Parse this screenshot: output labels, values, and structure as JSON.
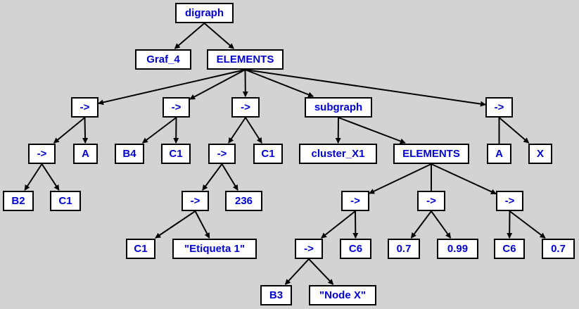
{
  "tree": {
    "nodes": [
      {
        "id": "n_digraph",
        "label": "digraph"
      },
      {
        "id": "n_graf4",
        "label": "Graf_4"
      },
      {
        "id": "n_elements1",
        "label": "ELEMENTS"
      },
      {
        "id": "n_arrow_a",
        "label": "->"
      },
      {
        "id": "n_arrow_a1",
        "label": "->"
      },
      {
        "id": "n_b2",
        "label": "B2"
      },
      {
        "id": "n_c1_a",
        "label": "C1"
      },
      {
        "id": "n_a_1",
        "label": "A"
      },
      {
        "id": "n_arrow_b",
        "label": "->"
      },
      {
        "id": "n_b4",
        "label": "B4"
      },
      {
        "id": "n_c1_b",
        "label": "C1"
      },
      {
        "id": "n_arrow_c",
        "label": "->"
      },
      {
        "id": "n_arrow_c1",
        "label": "->"
      },
      {
        "id": "n_arrow_c2",
        "label": "->"
      },
      {
        "id": "n_c1_c",
        "label": "C1"
      },
      {
        "id": "n_etiqueta",
        "label": "\"Etiqueta 1\""
      },
      {
        "id": "n_236",
        "label": "236"
      },
      {
        "id": "n_c1_d",
        "label": "C1"
      },
      {
        "id": "n_subgraph",
        "label": "subgraph"
      },
      {
        "id": "n_cluster",
        "label": "cluster_X1"
      },
      {
        "id": "n_elements2",
        "label": "ELEMENTS"
      },
      {
        "id": "n_arrow_d",
        "label": "->"
      },
      {
        "id": "n_arrow_d1",
        "label": "->"
      },
      {
        "id": "n_b3",
        "label": "B3"
      },
      {
        "id": "n_nodex",
        "label": "\"Node X\""
      },
      {
        "id": "n_c6_a",
        "label": "C6"
      },
      {
        "id": "n_arrow_e",
        "label": "->"
      },
      {
        "id": "n_07_a",
        "label": "0.7"
      },
      {
        "id": "n_099",
        "label": "0.99"
      },
      {
        "id": "n_arrow_f",
        "label": "->"
      },
      {
        "id": "n_c6_b",
        "label": "C6"
      },
      {
        "id": "n_07_b",
        "label": "0.7"
      },
      {
        "id": "n_arrow_g",
        "label": "->"
      },
      {
        "id": "n_a_2",
        "label": "A"
      },
      {
        "id": "n_x",
        "label": "X"
      }
    ],
    "edges": [
      [
        "n_digraph",
        "n_graf4"
      ],
      [
        "n_digraph",
        "n_elements1"
      ],
      [
        "n_elements1",
        "n_arrow_a"
      ],
      [
        "n_elements1",
        "n_arrow_b"
      ],
      [
        "n_elements1",
        "n_arrow_c"
      ],
      [
        "n_elements1",
        "n_subgraph"
      ],
      [
        "n_elements1",
        "n_arrow_g"
      ],
      [
        "n_arrow_a",
        "n_arrow_a1"
      ],
      [
        "n_arrow_a",
        "n_a_1"
      ],
      [
        "n_arrow_a1",
        "n_b2"
      ],
      [
        "n_arrow_a1",
        "n_c1_a"
      ],
      [
        "n_arrow_b",
        "n_b4"
      ],
      [
        "n_arrow_b",
        "n_c1_b"
      ],
      [
        "n_arrow_c",
        "n_arrow_c1"
      ],
      [
        "n_arrow_c",
        "n_c1_d"
      ],
      [
        "n_arrow_c1",
        "n_arrow_c2"
      ],
      [
        "n_arrow_c1",
        "n_236"
      ],
      [
        "n_arrow_c2",
        "n_c1_c"
      ],
      [
        "n_arrow_c2",
        "n_etiqueta"
      ],
      [
        "n_subgraph",
        "n_cluster"
      ],
      [
        "n_subgraph",
        "n_elements2"
      ],
      [
        "n_elements2",
        "n_arrow_d"
      ],
      [
        "n_elements2",
        "n_arrow_e"
      ],
      [
        "n_elements2",
        "n_arrow_f"
      ],
      [
        "n_arrow_d",
        "n_arrow_d1"
      ],
      [
        "n_arrow_d",
        "n_c6_a"
      ],
      [
        "n_arrow_d1",
        "n_b3"
      ],
      [
        "n_arrow_d1",
        "n_nodex"
      ],
      [
        "n_arrow_e",
        "n_07_a"
      ],
      [
        "n_arrow_e",
        "n_099"
      ],
      [
        "n_arrow_f",
        "n_c6_b"
      ],
      [
        "n_arrow_f",
        "n_07_b"
      ],
      [
        "n_arrow_g",
        "n_a_2"
      ],
      [
        "n_arrow_g",
        "n_x"
      ]
    ]
  },
  "colors": {
    "background": "#d3d3d3",
    "node_fill": "#ffffff",
    "node_border": "#000000",
    "label": "#0000cc",
    "edge": "#000000"
  }
}
